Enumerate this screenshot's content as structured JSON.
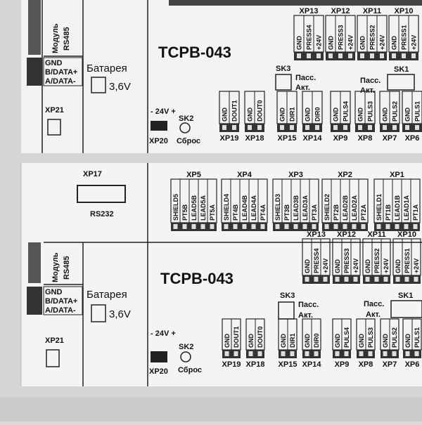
{
  "top_label": {
    "title": "TCPB-043",
    "module_line1": "Модуль",
    "module_line2": "RS485",
    "wires": [
      "GND",
      "B/DATA+",
      "A/DATA-"
    ],
    "battery_label": "Батарея",
    "battery_voltage": "3,6V",
    "xp21": "XP21",
    "power": "- 24V +",
    "xp20": "XP20",
    "sk2": "SK2",
    "reset": "Сброс",
    "sk3": "SK3",
    "pass": "Пасс.",
    "act": "Акт.",
    "sk1": "SK1",
    "pass2": "Пасс.",
    "act2": "Акт.",
    "upper_connectors": [
      {
        "name": "XP13",
        "pins": [
          "GND",
          "PRESS4",
          "+24V"
        ]
      },
      {
        "name": "XP12",
        "pins": [
          "GND",
          "PRESS3",
          "+24V"
        ]
      },
      {
        "name": "XP11",
        "pins": [
          "GND",
          "PRESS2",
          "+24V"
        ]
      },
      {
        "name": "XP10",
        "pins": [
          "GND",
          "PRESS1",
          "+24V"
        ]
      }
    ],
    "lower_connectors": [
      {
        "name": "XP19",
        "pins": [
          "GND",
          "DOUT1"
        ]
      },
      {
        "name": "XP18",
        "pins": [
          "GND",
          "DOUT0"
        ]
      },
      {
        "name": "XP15",
        "pins": [
          "GND",
          "DIR1"
        ]
      },
      {
        "name": "XP14",
        "pins": [
          "GND",
          "DIR0"
        ]
      },
      {
        "name": "XP9",
        "pins": [
          "GND",
          "PULS4"
        ]
      },
      {
        "name": "XP8",
        "pins": [
          "GND",
          "PULS3"
        ]
      },
      {
        "name": "XP7",
        "pins": [
          "GND",
          "PULS2"
        ]
      },
      {
        "name": "XP6",
        "pins": [
          "GND",
          "PULS1"
        ]
      }
    ]
  },
  "bottom_label": {
    "title": "TCPB-043",
    "module_line1": "Модуль",
    "module_line2": "RS485",
    "wires": [
      "GND",
      "B/DATA+",
      "A/DATA-"
    ],
    "battery_label": "Батарея",
    "battery_voltage": "3,6V",
    "xp21": "XP21",
    "xp17": "XP17",
    "rs232": "RS232",
    "power": "- 24V +",
    "xp20": "XP20",
    "sk2": "SK2",
    "reset": "Сброс",
    "sk3": "SK3",
    "pass": "Пасс.",
    "act": "Акт.",
    "sk1": "SK1",
    "pass2": "Пасс.",
    "act2": "Акт.",
    "sensor_connectors": [
      {
        "name": "XP5",
        "pins": [
          "SHIELD5",
          "PT5B",
          "LEAD5B",
          "LEAD5A",
          "PT5A"
        ]
      },
      {
        "name": "XP4",
        "pins": [
          "SHIELD4",
          "PT4B",
          "LEAD4B",
          "LEAD4A",
          "PT4A"
        ]
      },
      {
        "name": "XP3",
        "pins": [
          "SHIELD3",
          "PT3B",
          "LEAD3B",
          "LEAD3A",
          "PT3A"
        ]
      },
      {
        "name": "XP2",
        "pins": [
          "SHIELD2",
          "PT2B",
          "LEAD2B",
          "LEAD2A",
          "PT2A"
        ]
      },
      {
        "name": "XP1",
        "pins": [
          "SHIELD1",
          "PT1B",
          "LEAD1B",
          "LEAD1A",
          "PT1A"
        ]
      }
    ],
    "upper_connectors": [
      {
        "name": "XP13",
        "pins": [
          "GND",
          "PRESS4",
          "+24V"
        ]
      },
      {
        "name": "XP12",
        "pins": [
          "GND",
          "PRESS3",
          "+24V"
        ]
      },
      {
        "name": "XP11",
        "pins": [
          "GND",
          "PRESS2",
          "+24V"
        ]
      },
      {
        "name": "XP10",
        "pins": [
          "GND",
          "PRESS1",
          "+24V"
        ]
      }
    ],
    "lower_connectors": [
      {
        "name": "XP19",
        "pins": [
          "GND",
          "DOUT1"
        ]
      },
      {
        "name": "XP18",
        "pins": [
          "GND",
          "DOUT0"
        ]
      },
      {
        "name": "XP15",
        "pins": [
          "GND",
          "DIR1"
        ]
      },
      {
        "name": "XP14",
        "pins": [
          "GND",
          "DIR0"
        ]
      },
      {
        "name": "XP9",
        "pins": [
          "GND",
          "PULS4"
        ]
      },
      {
        "name": "XP8",
        "pins": [
          "GND",
          "PULS3"
        ]
      },
      {
        "name": "XP7",
        "pins": [
          "GND",
          "PULS2"
        ]
      },
      {
        "name": "XP6",
        "pins": [
          "GND",
          "PULS1"
        ]
      }
    ]
  },
  "colors": {
    "label_bg": "#f4f4f4",
    "ink": "#111111",
    "surface": "#d9dbdc"
  }
}
